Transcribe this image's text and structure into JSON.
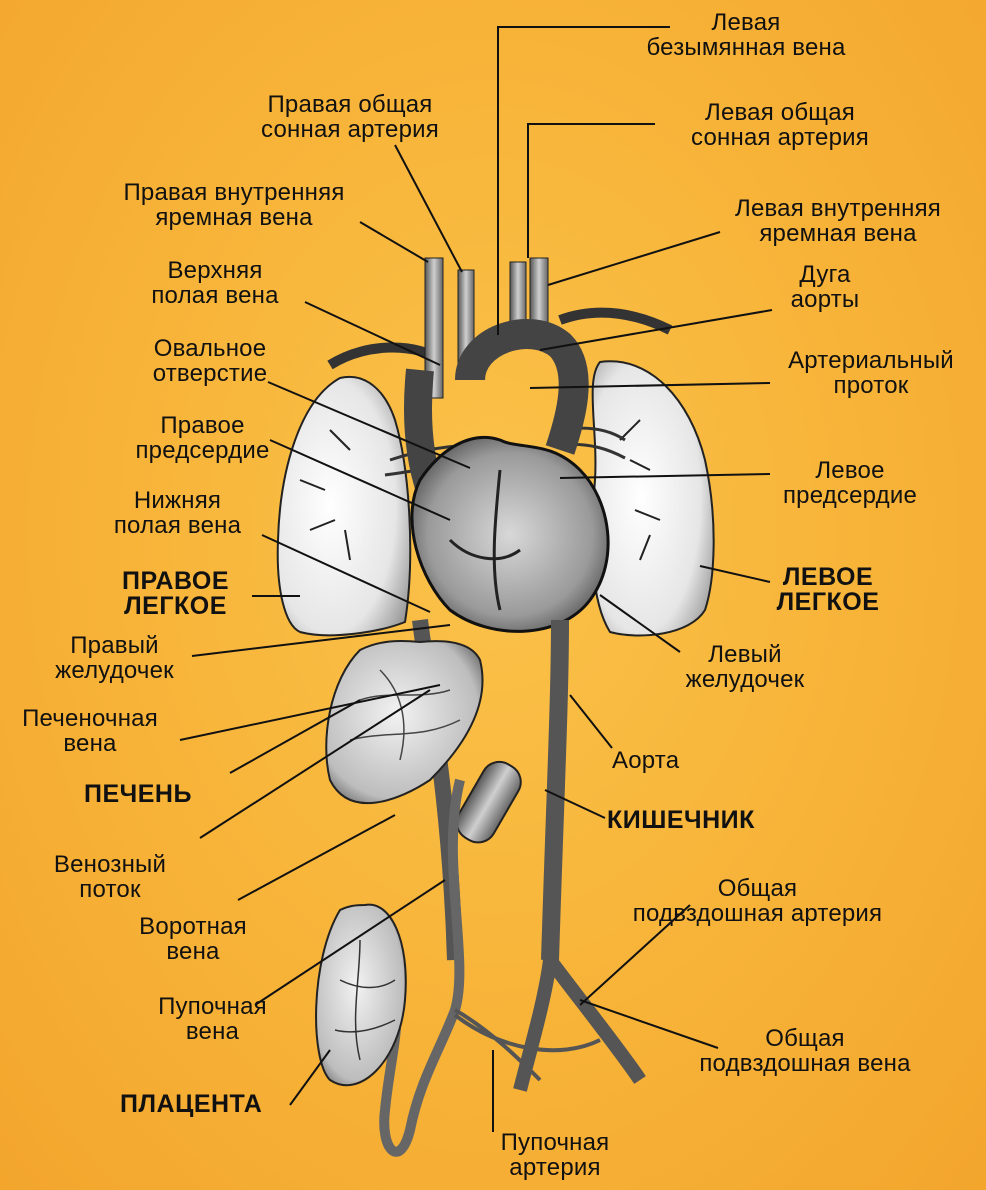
{
  "labels": {
    "left_innominate_vein": "Левая\nбезымянная вена",
    "right_common_carotid": "Правая общая\nсонная артерия",
    "left_common_carotid": "Левая общая\nсонная артерия",
    "right_internal_jugular": "Правая внутренняя\nяремная вена",
    "left_internal_jugular": "Левая внутренняя\nяремная вена",
    "superior_vena_cava": "Верхняя\nполая вена",
    "aortic_arch": "Дуга\nаорты",
    "foramen_ovale": "Овальное\nотверстие",
    "ductus_arteriosus": "Артериальный\nпроток",
    "right_atrium": "Правое\nпредсердие",
    "left_atrium": "Левое\nпредсердие",
    "inferior_vena_cava": "Нижняя\nполая вена",
    "right_lung": "ПРАВОЕ\nЛЕГКОЕ",
    "left_lung": "ЛЕВОЕ\nЛЕГКОЕ",
    "right_ventricle": "Правый\nжелудочек",
    "left_ventricle": "Левый\nжелудочек",
    "hepatic_vein": "Печеночная\nвена",
    "liver": "ПЕЧЕНЬ",
    "aorta": "Аорта",
    "intestine": "КИШЕЧНИК",
    "ductus_venosus": "Венозный\nпоток",
    "portal_vein": "Воротная\nвена",
    "common_iliac_artery": "Общая\nподвздошная артерия",
    "umbilical_vein": "Пупочная\nвена",
    "common_iliac_vein": "Общая\nподвздошная вена",
    "placenta": "ПЛАЦЕНТА",
    "umbilical_artery": "Пупочная\nартерия"
  }
}
